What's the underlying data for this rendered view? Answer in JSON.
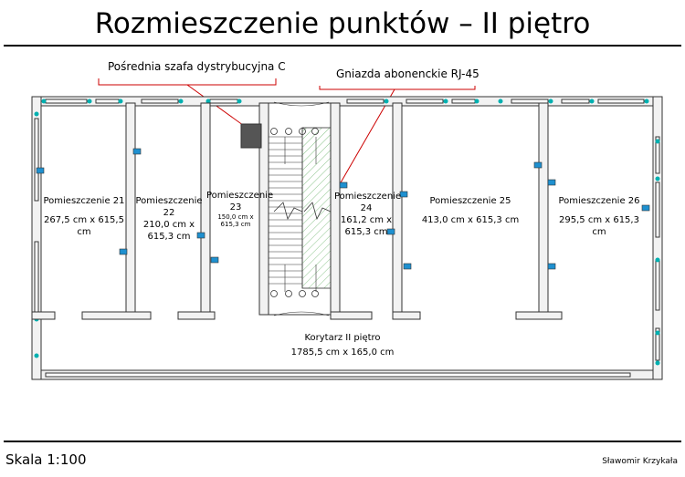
{
  "title": "Rozmieszczenie punktów – II piętro",
  "callouts": {
    "cabinet": "Pośrednia szafa dystrybucyjna C",
    "sockets": "Gniazda abonenckie RJ-45"
  },
  "rooms": [
    {
      "name": "Pomieszczenie 21",
      "size": "267,5 cm x 615,5 cm"
    },
    {
      "name": "Pomieszczenie 22",
      "size_line1": "210,0 cm x",
      "size_line2": "615,3 cm"
    },
    {
      "name_line1": "Pomieszczenie",
      "name_line2": "23",
      "size_line1": "150,0 cm x",
      "size_line2": "615,3 cm"
    },
    {
      "name_line1": "Pomieszczenie",
      "name_line2": "24",
      "size_line1": "161,2 cm x",
      "size_line2": "615,3 cm"
    },
    {
      "name": "Pomieszczenie 25",
      "size": "413,0 cm x 615,3 cm"
    },
    {
      "name": "Pomieszczenie 26",
      "size": "295,5 cm x 615,3 cm"
    }
  ],
  "corridor": {
    "name": "Korytarz II piętro",
    "size": "1785,5 cm x 165,0 cm"
  },
  "footer": {
    "scale": "Skala 1:100",
    "author": "Sławomir Krzykała"
  },
  "colors": {
    "wall_fill": "#f2f2f2",
    "wall_stroke": "#333333",
    "socket": "#1e90d0",
    "callout_line": "#cc0000",
    "cabinet": "#555555",
    "stair_hatch": "#3a9a3a",
    "window": "#00b0b0"
  }
}
